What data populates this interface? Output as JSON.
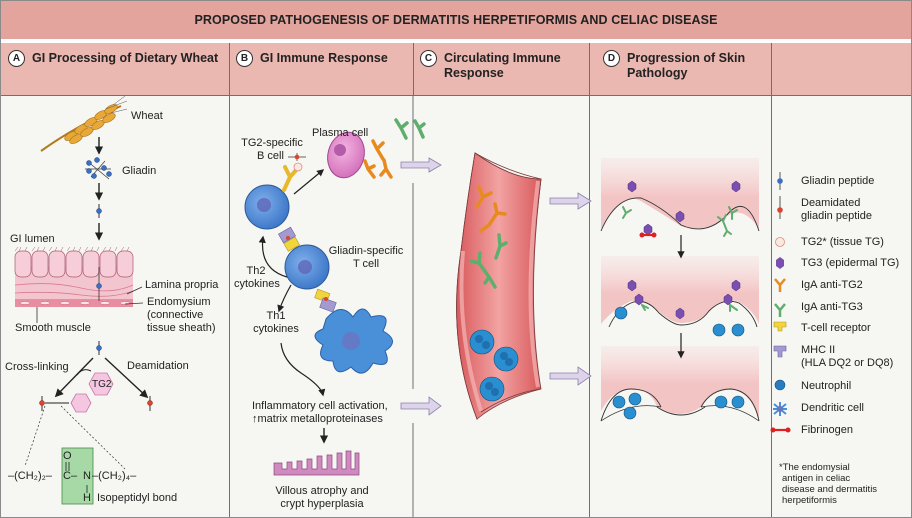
{
  "title": "PROPOSED PATHOGENESIS OF DERMATITIS HERPETIFORMIS AND CELIAC DISEASE",
  "sections": [
    {
      "badge": "A",
      "label": "GI Processing of Dietary Wheat"
    },
    {
      "badge": "B",
      "label": "GI Immune Response"
    },
    {
      "badge": "C",
      "label": "Circulating Immune Response"
    },
    {
      "badge": "D",
      "label": "Progression of Skin Pathology"
    }
  ],
  "panel_a": {
    "wheat": "Wheat",
    "gliadin": "Gliadin",
    "gi_lumen": "GI lumen",
    "lamina_propria": "Lamina propria",
    "endomysium_line1": "Endomysium",
    "endomysium_line2": "(connective",
    "endomysium_line3": "tissue sheath)",
    "smooth_muscle": "Smooth muscle",
    "cross_linking": "Cross-linking",
    "deamidation": "Deamidation",
    "tg2": "TG2",
    "formula": {
      "left": "–(CH₂)₂–",
      "o": "O",
      "c": "C",
      "n": "N",
      "h": "H",
      "right": "–(CH₂)₄–"
    },
    "isopeptidyl_bond": "Isopeptidyl bond"
  },
  "panel_b": {
    "tg2_b_cell_line1": "TG2-specific",
    "tg2_b_cell_line2": "B cell",
    "plasma_cell": "Plasma cell",
    "gliadin_t_cell_line1": "Gliadin-specific",
    "gliadin_t_cell_line2": "T cell",
    "th2_line1": "Th2",
    "th2_line2": "cytokines",
    "th1_line1": "Th1",
    "th1_line2": "cytokines",
    "inflammatory_line1": "Inflammatory cell activation,",
    "inflammatory_line2": "↑matrix metalloproteinases",
    "villous_line1": "Villous atrophy and",
    "villous_line2": "crypt hyperplasia"
  },
  "legend": [
    {
      "icon": "gliadin-peptide-icon",
      "label": [
        "Gliadin peptide"
      ],
      "color": "#3b6fc4"
    },
    {
      "icon": "deamidated-gliadin-peptide-icon",
      "label": [
        "Deamidated",
        "gliadin peptide"
      ],
      "color": "#d9452f"
    },
    {
      "icon": "tg2-icon",
      "label": [
        "TG2* (tissue TG)"
      ],
      "color": "#e8b4a4"
    },
    {
      "icon": "tg3-icon",
      "label": [
        "TG3 (epidermal TG)"
      ],
      "color": "#7b4fb0"
    },
    {
      "icon": "iga-anti-tg2-icon",
      "label": [
        "IgA anti-TG2"
      ],
      "color": "#e88a1f"
    },
    {
      "icon": "iga-anti-tg3-icon",
      "label": [
        "IgA anti-TG3"
      ],
      "color": "#5fae6e"
    },
    {
      "icon": "t-cell-receptor-icon",
      "label": [
        "T-cell receptor"
      ],
      "color": "#f2d53c"
    },
    {
      "icon": "mhc-ii-icon",
      "label": [
        "MHC II",
        "(HLA DQ2 or DQ8)"
      ],
      "color": "#a39ad0"
    },
    {
      "icon": "neutrophil-icon",
      "label": [
        "Neutrophil"
      ],
      "color": "#2a7cc0"
    },
    {
      "icon": "dendritic-cell-icon",
      "label": [
        "Dendritic cell"
      ],
      "color": "#4a90d9"
    },
    {
      "icon": "fibrinogen-icon",
      "label": [
        "Fibrinogen"
      ],
      "color": "#e02020"
    }
  ],
  "footnote": [
    "*The endomysial",
    "antigen in celiac",
    "disease and dermatitis",
    "herpetiformis"
  ]
}
